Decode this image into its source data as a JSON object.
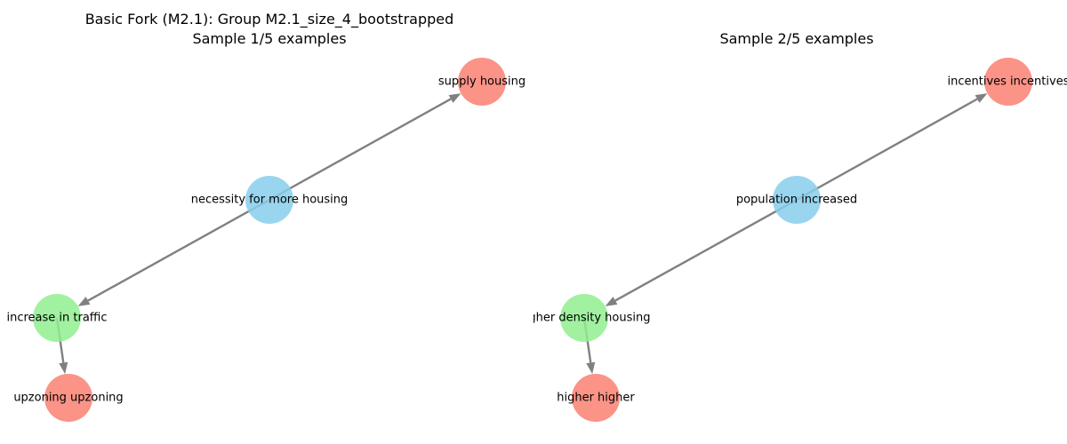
{
  "panels": [
    {
      "title_line1": "Basic Fork (M2.1): Group M2.1_size_4_bootstrapped",
      "title_line2": "Sample 1/5 examples",
      "nodes": [
        {
          "id": "a",
          "label": "supply housing",
          "color": "#fa8072"
        },
        {
          "id": "b",
          "label": "necessity for more housing",
          "color": "#87ceeb"
        },
        {
          "id": "c",
          "label": "increase in traffic",
          "color": "#90ee90"
        },
        {
          "id": "d",
          "label": "upzoning upzoning",
          "color": "#fa8072"
        }
      ],
      "edges": [
        {
          "from": "b",
          "to": "a"
        },
        {
          "from": "b",
          "to": "c"
        },
        {
          "from": "c",
          "to": "d"
        }
      ]
    },
    {
      "title_line1": "",
      "title_line2": "Sample 2/5 examples",
      "nodes": [
        {
          "id": "a",
          "label": "incentives incentives",
          "color": "#fa8072"
        },
        {
          "id": "b",
          "label": "population increased",
          "color": "#87ceeb"
        },
        {
          "id": "c",
          "label": "higher density housing",
          "color": "#90ee90"
        },
        {
          "id": "d",
          "label": "higher higher",
          "color": "#fa8072"
        }
      ],
      "edges": [
        {
          "from": "b",
          "to": "a"
        },
        {
          "from": "b",
          "to": "c"
        },
        {
          "from": "c",
          "to": "d"
        }
      ]
    }
  ],
  "colors": {
    "edge": "#808080"
  }
}
